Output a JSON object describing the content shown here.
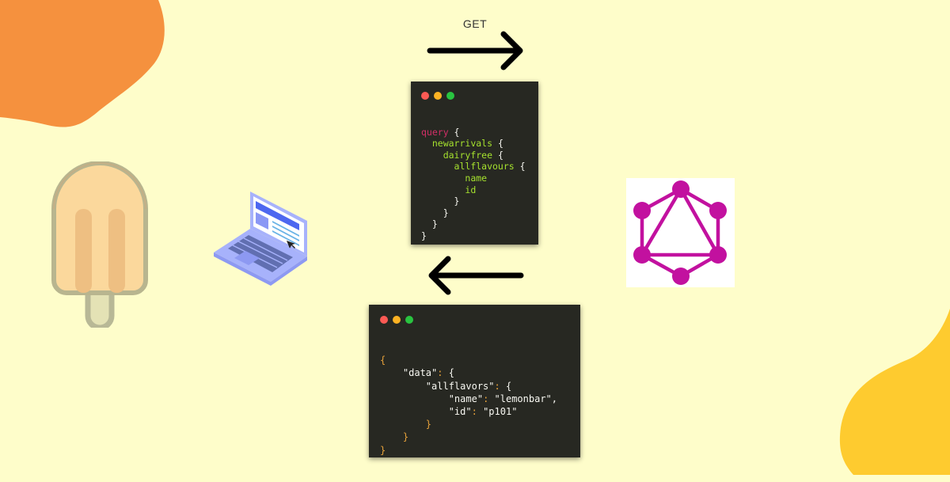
{
  "colors": {
    "background": "#fefdca",
    "orange_blob": "#f5913e",
    "yellow_blob": "#fecb2f",
    "arrow": "#000000",
    "code_bg": "#272822",
    "graphql_magenta": "#c2119f",
    "dot_red": "#fc5a54",
    "dot_yellow": "#fcb223",
    "dot_green": "#29c440"
  },
  "request_arrow": {
    "label": "GET",
    "direction": "right"
  },
  "response_arrow": {
    "direction": "left"
  },
  "query_window": {
    "lines": [
      {
        "indent": "",
        "keyword": "query",
        "text": "",
        "brace": " {"
      },
      {
        "indent": "  ",
        "field": "newarrivals",
        "brace": " {"
      },
      {
        "indent": "    ",
        "field": "dairyfree",
        "brace": " {"
      },
      {
        "indent": "      ",
        "field": "allflavours",
        "brace": " {"
      },
      {
        "indent": "        ",
        "field": "name",
        "brace": ""
      },
      {
        "indent": "        ",
        "field": "id",
        "brace": ""
      },
      {
        "indent": "      ",
        "field": "",
        "brace": "}"
      },
      {
        "indent": "    ",
        "field": "",
        "brace": "}"
      },
      {
        "indent": "  ",
        "field": "",
        "brace": "}"
      },
      {
        "indent": "",
        "field": "",
        "brace": "}"
      }
    ]
  },
  "response_window": {
    "open_brace": "{",
    "data_key": "\"data\"",
    "allflavors_key": "\"allflavors\"",
    "name_key": "\"name\"",
    "name_value": "\"lemonbar\",",
    "id_key": "\"id\"",
    "id_value": "\"p101\"",
    "colon": ":",
    "brace_open": "{",
    "brace_close": "}"
  },
  "icons": {
    "client": "laptop-icon",
    "server": "graphql-logo-icon",
    "brand": "popsicle-icon"
  }
}
